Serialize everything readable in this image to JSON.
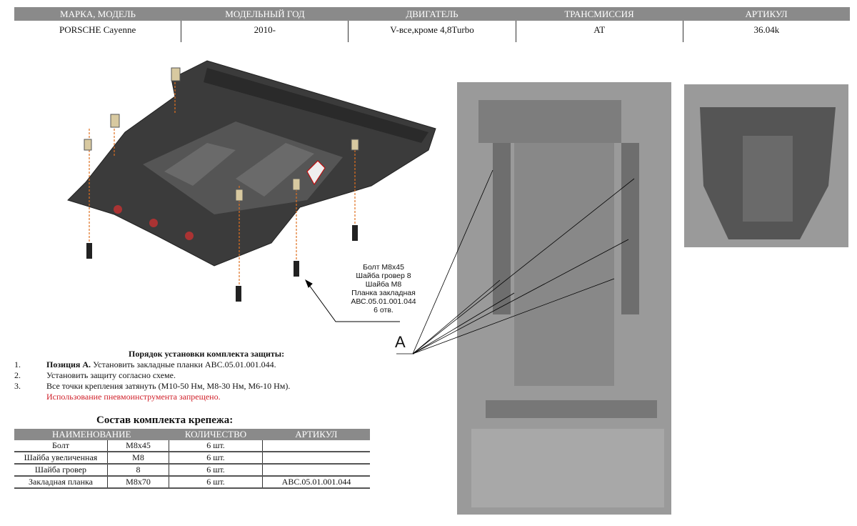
{
  "header": {
    "columns": [
      "МАРКА, МОДЕЛЬ",
      "МОДЕЛЬНЫЙ ГОД",
      "ДВИГАТЕЛЬ",
      "ТРАНСМИССИЯ",
      "АРТИКУЛ"
    ],
    "values": [
      "PORSCHE Cayenne",
      "2010-",
      "V-все,кроме 4,8Turbo",
      "AT",
      "36.04k"
    ]
  },
  "callout": {
    "lines": [
      "Болт М8х45",
      "Шайба гровер 8",
      "Шайба М8",
      "Планка закладная",
      "АВС.05.01.001.044",
      "6 отв."
    ]
  },
  "position_label": "A",
  "instructions": {
    "title": "Порядок установки комплекта защиты:",
    "items": [
      {
        "num": "1.",
        "bold": "Позиция А.",
        "text": " Установить закладные планки ABC.05.01.001.044."
      },
      {
        "num": "2.",
        "text": "Установить защиту согласно схеме."
      },
      {
        "num": "3.",
        "text": "Все точки крепления затянуть (М10-50 Нм, М8-30 Нм, М6-10 Нм)."
      }
    ],
    "warning": "Использование пневмоинструмента  запрещено."
  },
  "kit": {
    "title": "Состав  комплекта   крепежа:",
    "headers": [
      "НАИМЕНОВАНИЕ",
      "КОЛИЧЕСТВО",
      "АРТИКУЛ"
    ],
    "rows": [
      [
        "Болт",
        "М8х45",
        "6 шт.",
        ""
      ],
      [
        "Шайба увеличенная",
        "М8",
        "6 шт.",
        ""
      ],
      [
        "Шайба гровер",
        "8",
        "6 шт.",
        ""
      ],
      [
        "Закладная планка",
        "М8х70",
        "6 шт.",
        "ABC.05.01.001.044"
      ]
    ]
  },
  "colors": {
    "header_bg": "#8a8a8a",
    "warning": "#d0202a",
    "plate": "#3a3a3a"
  }
}
